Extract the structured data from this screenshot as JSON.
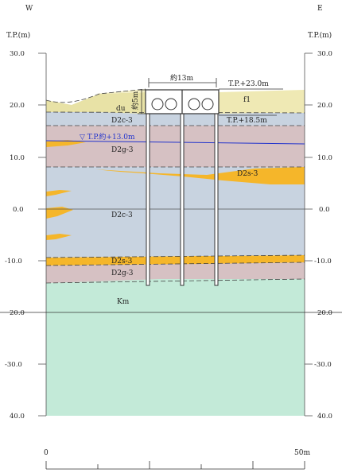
{
  "orientation": {
    "west": "W",
    "east": "E"
  },
  "axis": {
    "unit_left": "T.P.(m)",
    "unit_right": "T.P.(m)",
    "left_ticks": [
      "30.0",
      "20.0",
      "10.0",
      "0.0",
      "-10.0",
      "20.0",
      "-30.0",
      "40.0"
    ],
    "right_ticks": [
      "30.0",
      "20.0",
      "10.0",
      "0.0",
      "-10.0",
      "20.0",
      "-30.0",
      "40.0"
    ]
  },
  "layers": {
    "fl": "f1",
    "du": "du",
    "d2c_top": "D2c-3",
    "d2g_upper": "D2g-3",
    "d2s": "D2s-3",
    "d2c_main": "D2c-3",
    "d2s_lower": "D2s-3",
    "d2g_lower": "D2g-3",
    "km": "Km"
  },
  "annotations": {
    "width": "約13m",
    "height": "約5m",
    "top_level": "T.P.+23.0m",
    "bottom_level": "T.P.+18.5m",
    "water_level": "▽ T.P.約+13.0m"
  },
  "scale": {
    "start": "0",
    "end": "50m"
  },
  "colors": {
    "fill": "#efe9b4",
    "du": "#e8e2a6",
    "clay": "#c8d3e0",
    "gravel": "#d6c1c3",
    "sand": "#f5b62a",
    "rock": "#c3ead8",
    "water": "#2233cc"
  }
}
